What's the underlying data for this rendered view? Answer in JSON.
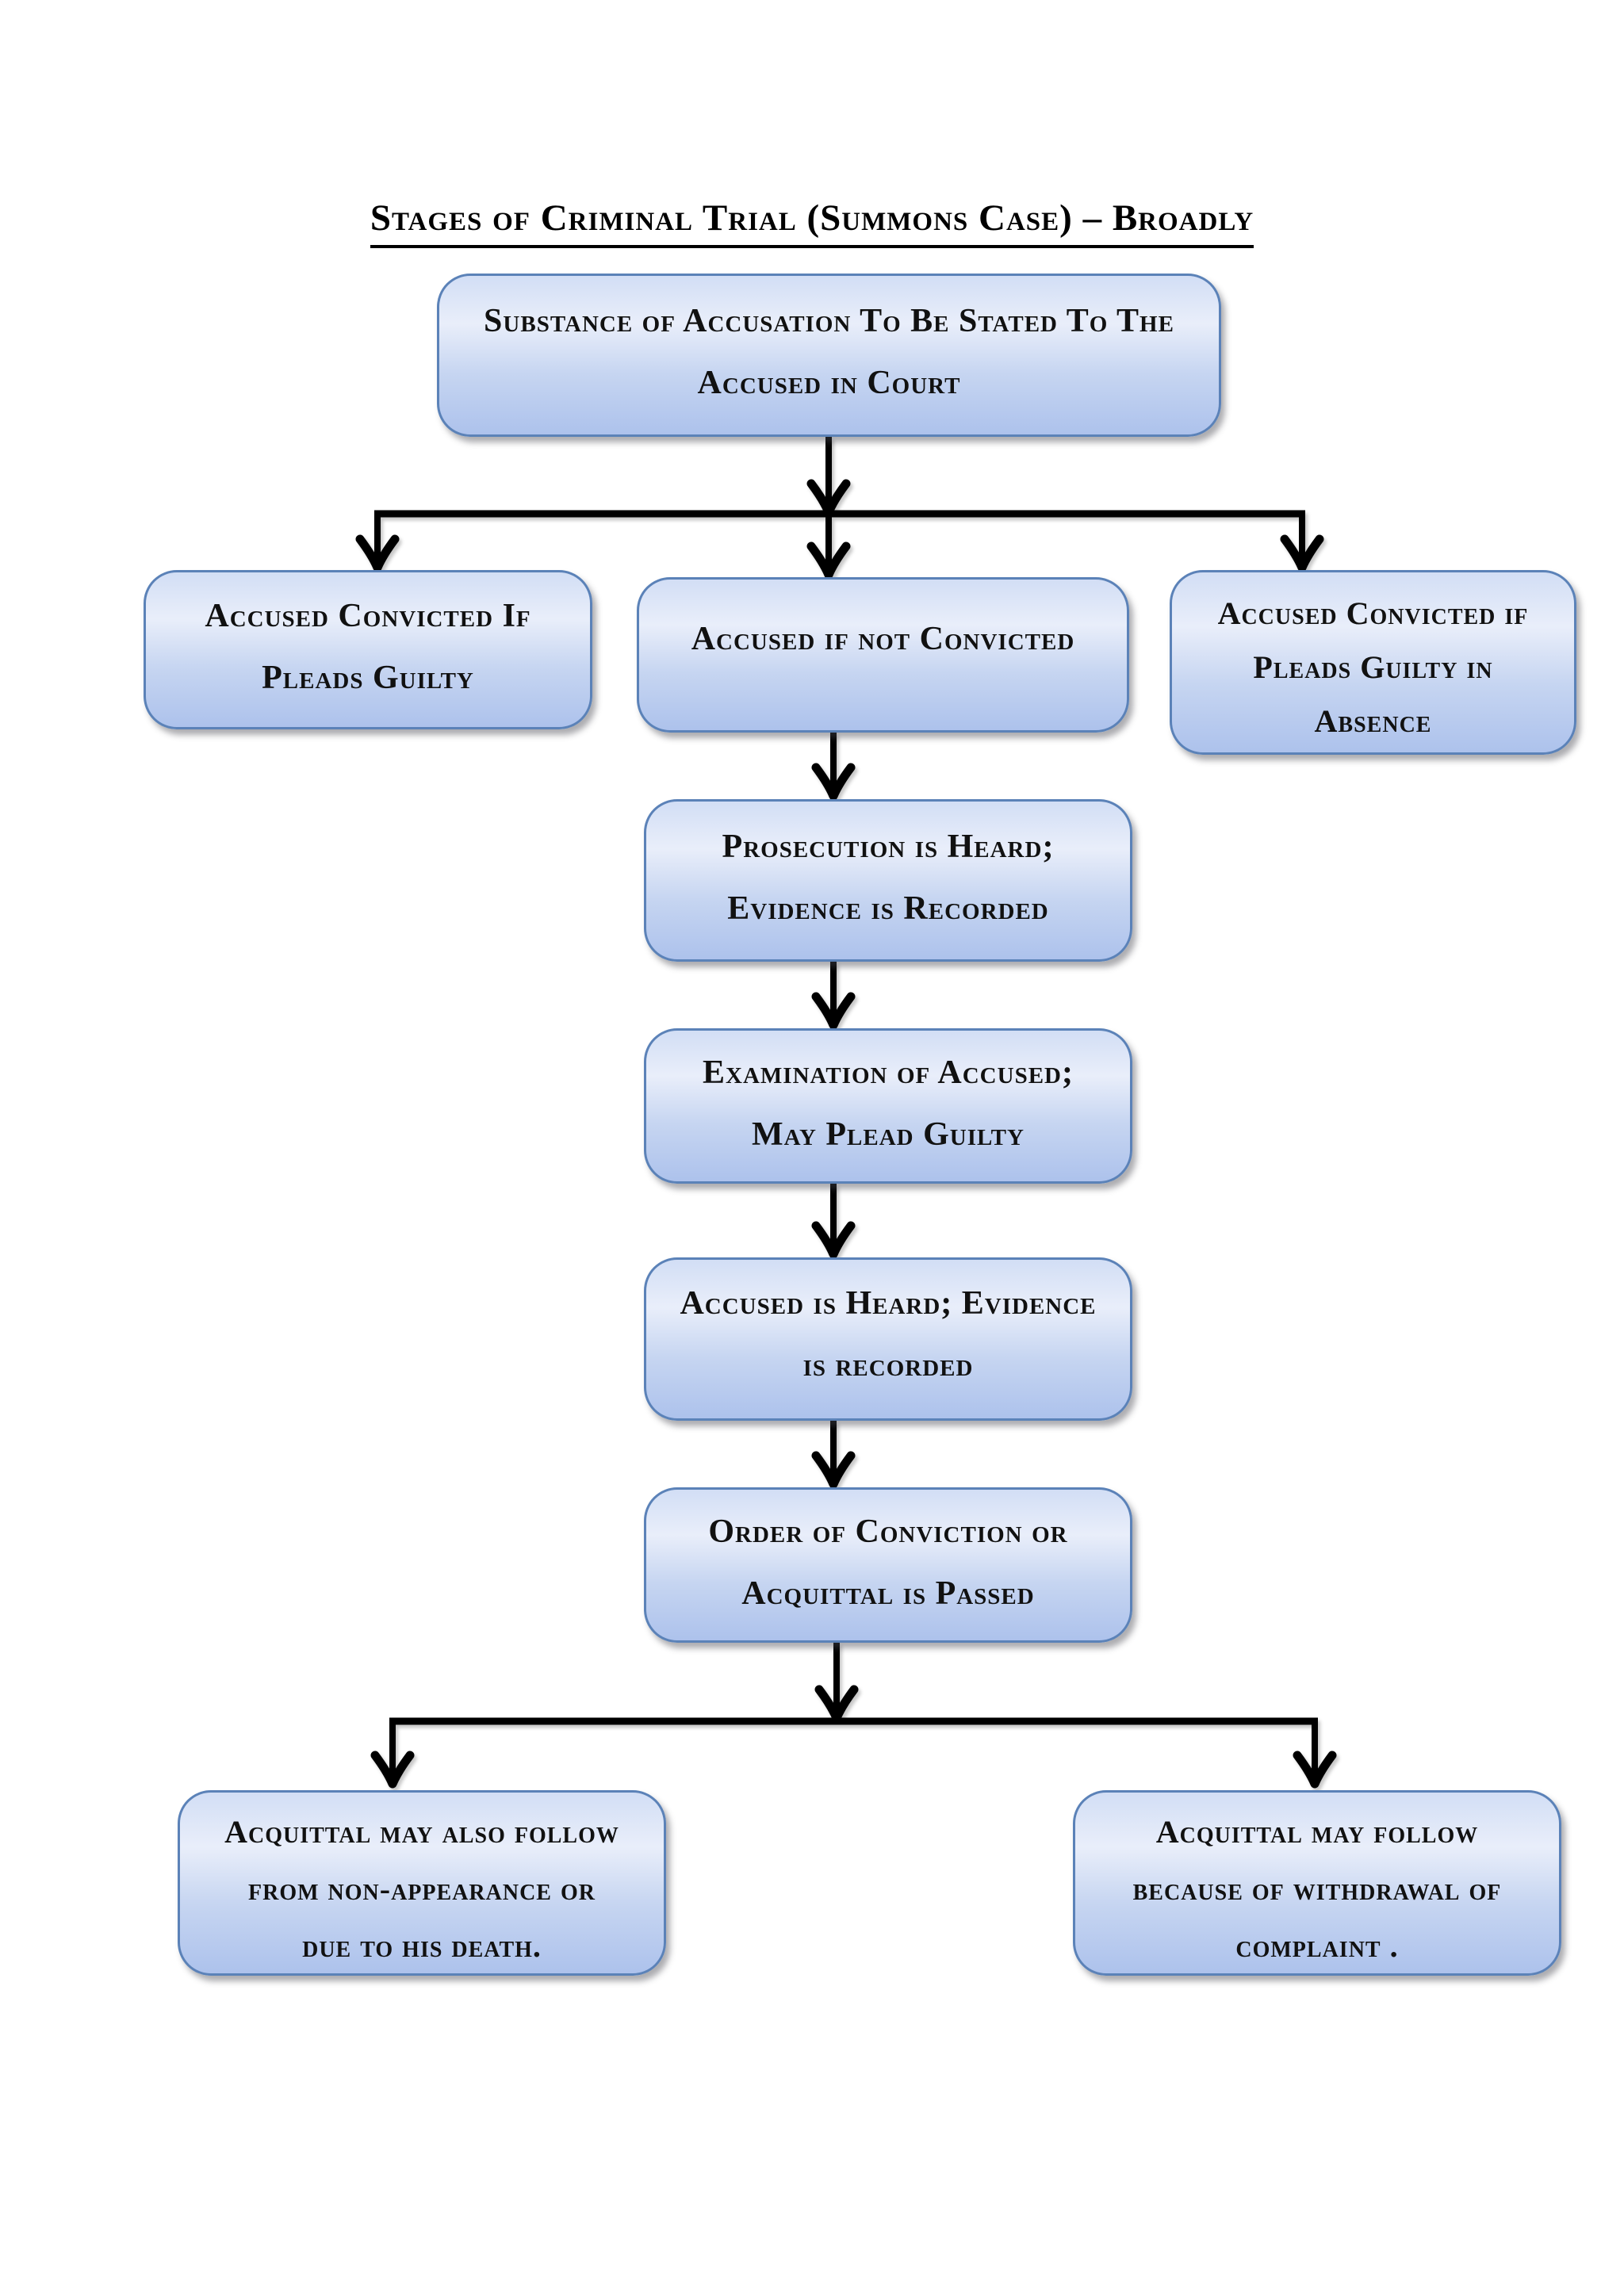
{
  "title": "Stages of Criminal Trial (Summons Case) – Broadly",
  "flowchart": {
    "colors": {
      "title_text": "#000000",
      "node_fill_top": "#d2def5",
      "node_fill_light": "#e9eefa",
      "node_fill_mid": "#c6d5f1",
      "node_fill_bottom": "#adc2ec",
      "node_border": "#5b82b8",
      "node_text": "#111111",
      "connector": "#000000"
    },
    "nodes": [
      {
        "id": "substance-of-accusation",
        "lines": [
          "Substance of Accusation To Be Stated To The",
          "Accused in Court"
        ]
      },
      {
        "id": "convicted-if-pleads-guilty",
        "lines": [
          "Accused Convicted If",
          "Pleads Guilty"
        ]
      },
      {
        "id": "accused-if-not-convicted",
        "lines": [
          "Accused if not Convicted"
        ]
      },
      {
        "id": "convicted-if-pleads-guilty-in-absence",
        "lines": [
          "Accused Convicted if",
          "Pleads Guilty in",
          "Absence"
        ]
      },
      {
        "id": "prosecution-heard-evidence-recorded",
        "lines": [
          "Prosecution is Heard;",
          "Evidence is Recorded"
        ]
      },
      {
        "id": "examination-of-accused",
        "lines": [
          "Examination of Accused;",
          "May Plead Guilty"
        ]
      },
      {
        "id": "accused-heard-evidence-recorded",
        "lines": [
          "Accused is Heard; Evidence",
          "is recorded"
        ]
      },
      {
        "id": "order-of-conviction-or-acquittal",
        "lines": [
          "Order of Conviction or",
          "Acquittal is Passed"
        ]
      },
      {
        "id": "acquittal-non-appearance-or-death",
        "lines": [
          "Acquittal may also follow",
          "from non-appearance or",
          "due to his death."
        ]
      },
      {
        "id": "acquittal-withdrawal-of-complaint",
        "lines": [
          "Acquittal may follow",
          "because of withdrawal of",
          "complaint ."
        ]
      }
    ],
    "edges": [
      {
        "from": "substance-of-accusation",
        "to": "convicted-if-pleads-guilty"
      },
      {
        "from": "substance-of-accusation",
        "to": "accused-if-not-convicted"
      },
      {
        "from": "substance-of-accusation",
        "to": "convicted-if-pleads-guilty-in-absence"
      },
      {
        "from": "accused-if-not-convicted",
        "to": "prosecution-heard-evidence-recorded"
      },
      {
        "from": "prosecution-heard-evidence-recorded",
        "to": "examination-of-accused"
      },
      {
        "from": "examination-of-accused",
        "to": "accused-heard-evidence-recorded"
      },
      {
        "from": "accused-heard-evidence-recorded",
        "to": "order-of-conviction-or-acquittal"
      },
      {
        "from": "order-of-conviction-or-acquittal",
        "to": "acquittal-non-appearance-or-death"
      },
      {
        "from": "order-of-conviction-or-acquittal",
        "to": "acquittal-withdrawal-of-complaint"
      }
    ]
  }
}
